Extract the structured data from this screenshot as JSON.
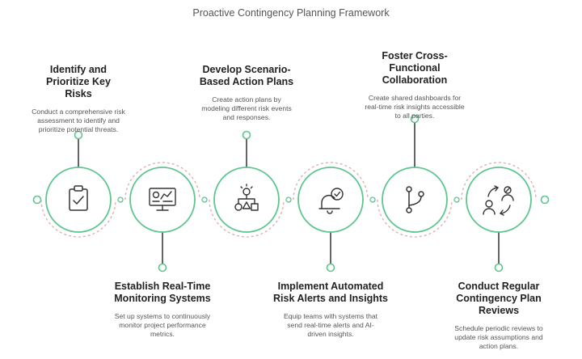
{
  "title": "Proactive Contingency Planning Framework",
  "colors": {
    "accent": "#5FC58F",
    "node_line": "#5FC58F",
    "connector": "#333333",
    "icon": "#333333",
    "heading": "#222222",
    "text": "#555555"
  },
  "steps": [
    {
      "heading": "Identify and Prioritize Key Risks",
      "description": "Conduct a comprehensive risk assessment to identify and prioritize potential threats.",
      "icon": "clipboard-check-icon",
      "position": "top"
    },
    {
      "heading": "Establish Real-Time Monitoring Systems",
      "description": "Set up systems to continuously monitor project performance metrics.",
      "icon": "monitor-dashboard-icon",
      "position": "bottom"
    },
    {
      "heading": "Develop Scenario-Based Action Plans",
      "description": "Create action plans by modeling different risk events and responses.",
      "icon": "scenario-tree-icon",
      "position": "top"
    },
    {
      "heading": "Implement Automated Risk Alerts and Insights",
      "description": "Equip teams with systems that send real-time alerts and AI-driven insights.",
      "icon": "bell-check-icon",
      "position": "bottom"
    },
    {
      "heading": "Foster Cross-Functional Collaboration",
      "description": "Create shared dashboards for real-time risk insights accessible to all parties.",
      "icon": "git-branch-icon",
      "position": "top"
    },
    {
      "heading": "Conduct Regular Contingency Plan Reviews",
      "description": "Schedule periodic reviews to update risk assumptions and action plans.",
      "icon": "review-cycle-icon",
      "position": "bottom"
    }
  ]
}
